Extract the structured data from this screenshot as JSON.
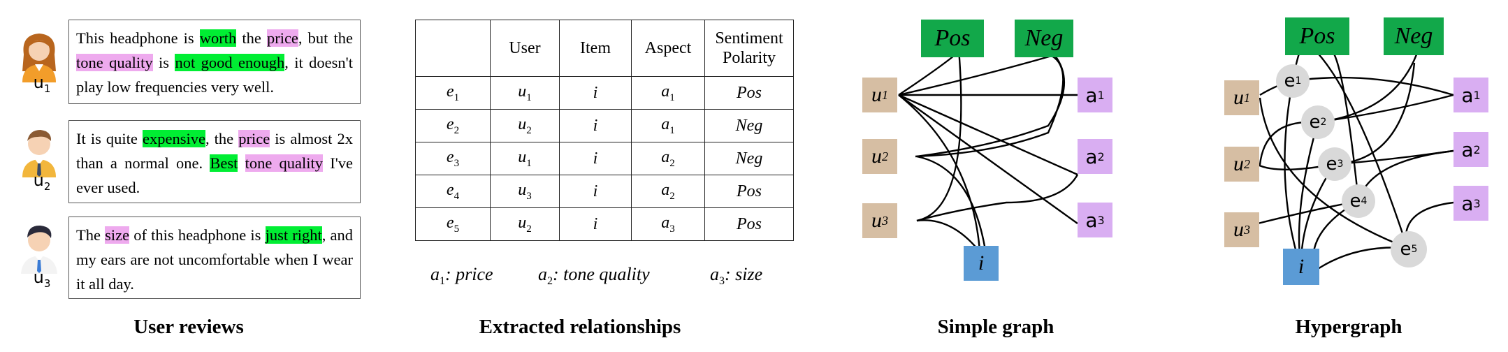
{
  "reviews": [
    {
      "user": "u",
      "user_sub": "1",
      "segments": [
        {
          "t": "This headphone is ",
          "c": ""
        },
        {
          "t": "worth",
          "c": "g"
        },
        {
          "t": " the ",
          "c": ""
        },
        {
          "t": "price",
          "c": "p"
        },
        {
          "t": ", but the ",
          "c": ""
        },
        {
          "t": "tone quality",
          "c": "p"
        },
        {
          "t": " is ",
          "c": ""
        },
        {
          "t": "not good enough",
          "c": "g"
        },
        {
          "t": ", it doesn't play low frequencies very well.",
          "c": ""
        }
      ]
    },
    {
      "user": "u",
      "user_sub": "2",
      "segments": [
        {
          "t": "It is quite ",
          "c": ""
        },
        {
          "t": "expensive",
          "c": "g"
        },
        {
          "t": ", the ",
          "c": ""
        },
        {
          "t": "price",
          "c": "p"
        },
        {
          "t": " is almost 2x than a normal one. ",
          "c": ""
        },
        {
          "t": "Best",
          "c": "g"
        },
        {
          "t": " ",
          "c": ""
        },
        {
          "t": "tone quality",
          "c": "p"
        },
        {
          "t": " I've ever used.",
          "c": ""
        }
      ]
    },
    {
      "user": "u",
      "user_sub": "3",
      "segments": [
        {
          "t": "The ",
          "c": ""
        },
        {
          "t": "size",
          "c": "p"
        },
        {
          "t": " of this headphone is ",
          "c": ""
        },
        {
          "t": "just right",
          "c": "g"
        },
        {
          "t": ", and my ears are not uncomfortable when I wear it all day.",
          "c": ""
        }
      ]
    }
  ],
  "captions": {
    "reviews": "User reviews",
    "relations": "Extracted relationships",
    "simple": "Simple graph",
    "hyper": "Hypergraph"
  },
  "table": {
    "headers": [
      "",
      "User",
      "Item",
      "Aspect",
      "Sentiment Polarity"
    ],
    "rows": [
      [
        "e",
        "1",
        "u",
        "1",
        "i",
        "a",
        "1",
        "Pos"
      ],
      [
        "e",
        "2",
        "u",
        "2",
        "i",
        "a",
        "1",
        "Neg"
      ],
      [
        "e",
        "3",
        "u",
        "1",
        "i",
        "a",
        "2",
        "Neg"
      ],
      [
        "e",
        "4",
        "u",
        "3",
        "i",
        "a",
        "2",
        "Pos"
      ],
      [
        "e",
        "5",
        "u",
        "2",
        "i",
        "a",
        "3",
        "Pos"
      ]
    ]
  },
  "aspect_legend": [
    {
      "sym": "a",
      "sub": "1",
      "name": "price"
    },
    {
      "sym": "a",
      "sub": "2",
      "name": "tone quality"
    },
    {
      "sym": "a",
      "sub": "3",
      "name": "size"
    }
  ],
  "nodes": {
    "pos": "Pos",
    "neg": "Neg",
    "item": "i",
    "u": [
      "u",
      "u",
      "u"
    ],
    "u_sub": [
      "1",
      "2",
      "3"
    ],
    "a": [
      "a",
      "a",
      "a"
    ],
    "a_sub": [
      "1",
      "2",
      "3"
    ],
    "e": [
      "e",
      "e",
      "e",
      "e",
      "e"
    ],
    "e_sub": [
      "1",
      "2",
      "3",
      "4",
      "5"
    ]
  },
  "colors": {
    "highlight_green": "#00ee33",
    "highlight_pink": "#eeaaee",
    "user_node": "#d6bea3",
    "aspect_node": "#d9aef2",
    "polarity_node": "#12a84a",
    "item_node": "#5b9bd5",
    "hyperedge_node": "#d9d9d9"
  }
}
